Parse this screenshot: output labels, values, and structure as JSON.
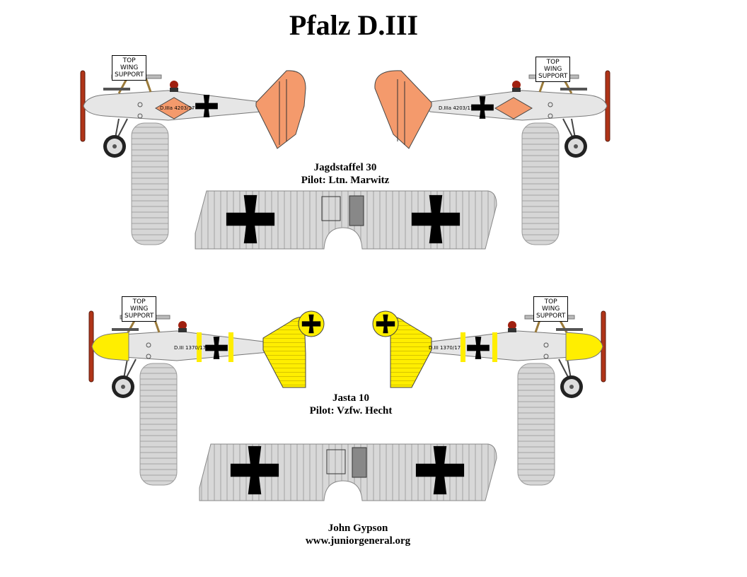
{
  "title": "Pfalz D.III",
  "sign_text": [
    "TOP",
    "WING",
    "SUPPORT"
  ],
  "group1": {
    "unit": "Jagdstaffel 30",
    "pilot": "Pilot: Ltn. Marwitz",
    "serial": "D.IIIa 4203/17",
    "tail_color": "#f49a6c"
  },
  "group2": {
    "unit": "Jasta 10",
    "pilot": "Pilot: Vzfw. Hecht",
    "serial": "D.III 1370/17",
    "tail_color": "#ffee00"
  },
  "credit": {
    "author": "John Gypson",
    "site": "www.juniorgeneral.org"
  },
  "colors": {
    "fuselage": "#e4e4e4",
    "wing": "#cfcfcf",
    "cross": "#000000",
    "prop": "#b03418"
  }
}
